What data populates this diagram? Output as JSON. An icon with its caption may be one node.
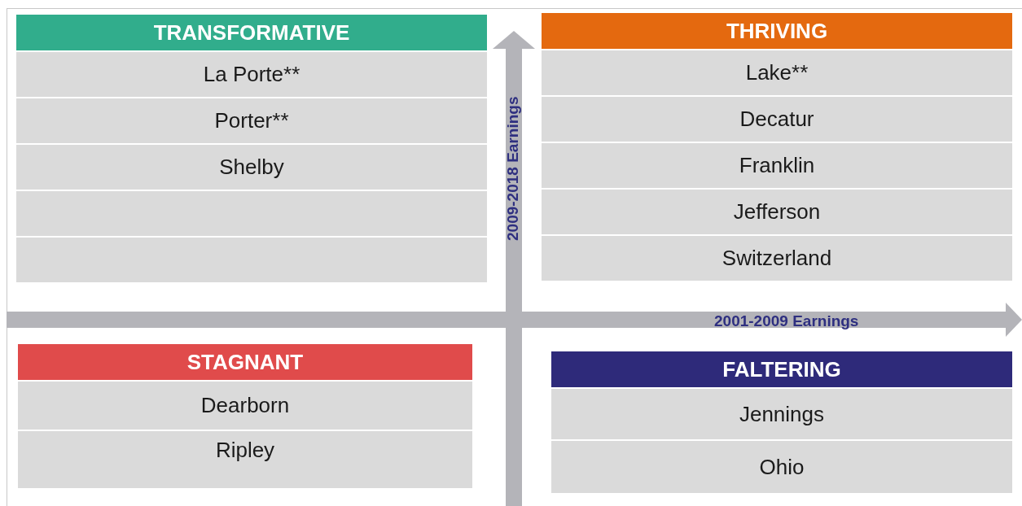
{
  "diagram": {
    "nodes": [
      {
        "text": [
          "TRANSFORMATIVE",
          "La Porte**",
          "Porter**",
          "Shelby"
        ]
      },
      {
        "text": [
          "THRIVING",
          "Lake**",
          "Decatur",
          "Franklin",
          "Jefferson",
          "Switzerland"
        ]
      },
      {
        "text": [
          "STAGNANT",
          "Dearborn",
          "Ripley"
        ]
      },
      {
        "text": [
          "FALTERING",
          "Jennings",
          "Ohio"
        ]
      }
    ],
    "labels": [
      "2009-2018 Earnings",
      "2001-2009 Earnings"
    ]
  }
}
